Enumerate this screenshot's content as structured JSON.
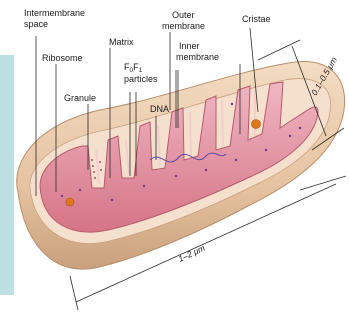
{
  "labels": {
    "intermembrane_space_1": "Intermembrane",
    "intermembrane_space_2": "space",
    "matrix": "Matrix",
    "outer_membrane_1": "Outer",
    "outer_membrane_2": "membrane",
    "cristae": "Cristae",
    "ribosome": "Ribosome",
    "f0f1_1": "F",
    "f0f1_sub0": "0",
    "f0f1_mid": "F",
    "f0f1_sub1": "1",
    "f0f1_2": "particles",
    "inner_membrane_1": "Inner",
    "inner_membrane_2": "membrane",
    "granule": "Granule",
    "dna": "DNA"
  },
  "dimensions": {
    "width": "0.1–0.5 μm",
    "length": "1–2 μm"
  },
  "colors": {
    "outer_membrane": "#e8c7a6",
    "outer_membrane_edge": "#c79e78",
    "inner_membrane": "#d9788c",
    "matrix": "#e9a0ad",
    "granule": "#e2761a",
    "background_strip": "#bfe0e3"
  }
}
